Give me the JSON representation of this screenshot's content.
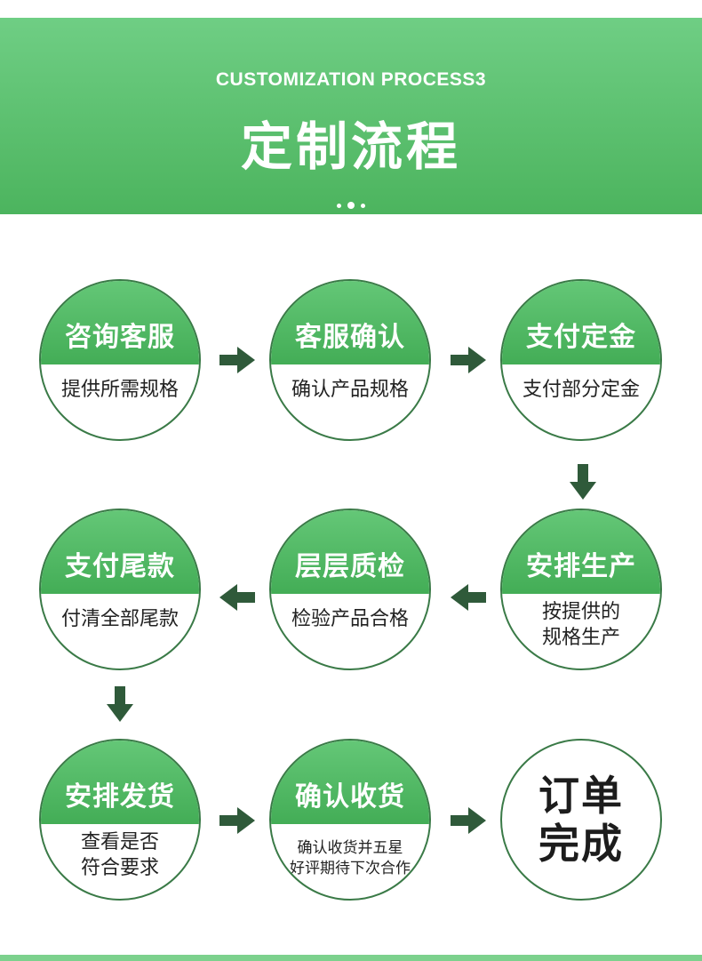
{
  "header": {
    "subtitle": "CUSTOMIZATION PROCESS3",
    "title": "定制流程"
  },
  "steps": [
    {
      "title": "咨询客服",
      "lines": [
        "提供所需规格"
      ]
    },
    {
      "title": "客服确认",
      "lines": [
        "确认产品规格"
      ]
    },
    {
      "title": "支付定金",
      "lines": [
        "支付部分定金"
      ]
    },
    {
      "title": "安排生产",
      "lines": [
        "按提供的",
        "规格生产"
      ]
    },
    {
      "title": "层层质检",
      "lines": [
        "检验产品合格"
      ]
    },
    {
      "title": "支付尾款",
      "lines": [
        "付清全部尾款"
      ]
    },
    {
      "title": "安排发货",
      "lines": [
        "查看是否",
        "符合要求"
      ]
    },
    {
      "title": "确认收货",
      "lines": [
        "确认收货并五星",
        "好评期待下次合作"
      ]
    }
  ],
  "final": {
    "lines": [
      "订单",
      "完成"
    ]
  },
  "colors": {
    "accent": "#4cb45e",
    "arrow": "#2f5a3a",
    "border": "#3a7a47"
  }
}
